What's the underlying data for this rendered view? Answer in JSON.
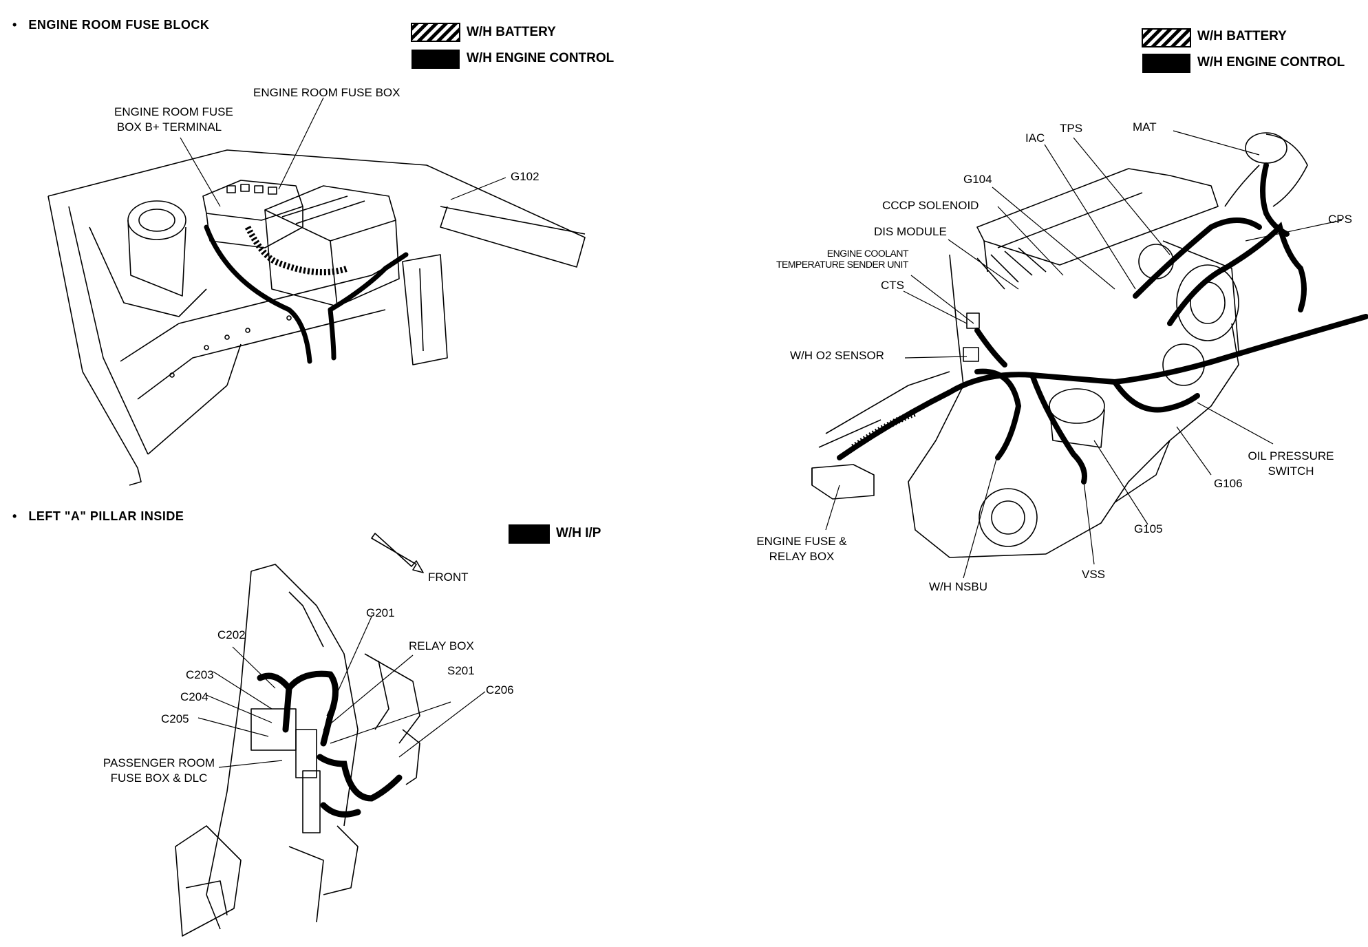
{
  "sections": {
    "engine_room": {
      "bullet": "•",
      "title": "ENGINE ROOM FUSE BLOCK"
    },
    "pillar": {
      "bullet": "•",
      "title": "LEFT \"A\" PILLAR INSIDE"
    }
  },
  "legends": {
    "top_left": {
      "battery": "W/H BATTERY",
      "engine_control": "W/H ENGINE CONTROL"
    },
    "top_right": {
      "battery": "W/H BATTERY",
      "engine_control": "W/H ENGINE CONTROL"
    },
    "pillar": {
      "ip": "W/H I/P"
    }
  },
  "fuse_block_labels": {
    "fuse_box": "ENGINE ROOM FUSE BOX",
    "b_plus_line1": "ENGINE ROOM FUSE",
    "b_plus_line2": "BOX B+ TERMINAL",
    "g102": "G102"
  },
  "pillar_labels": {
    "front": "FRONT",
    "g201": "G201",
    "relay_box": "RELAY BOX",
    "s201": "S201",
    "c206": "C206",
    "c202": "C202",
    "c203": "C203",
    "c204": "C204",
    "c205": "C205",
    "pass_fuse_line1": "PASSENGER ROOM",
    "pass_fuse_line2": "FUSE BOX & DLC"
  },
  "engine_labels": {
    "iac": "IAC",
    "tps": "TPS",
    "mat": "MAT",
    "g104": "G104",
    "cccp": "CCCP SOLENOID",
    "dis": "DIS MODULE",
    "ect_line1": "ENGINE COOLANT",
    "ect_line2": "TEMPERATURE SENDER UNIT",
    "cts": "CTS",
    "cps": "CPS",
    "o2": "W/H O2 SENSOR",
    "oil_line1": "OIL PRESSURE",
    "oil_line2": "SWITCH",
    "g106": "G106",
    "g105": "G105",
    "efrb_line1": "ENGINE FUSE &",
    "efrb_line2": "RELAY BOX",
    "nsbu": "W/H NSBU",
    "vss": "VSS"
  },
  "colors": {
    "ink": "#000000",
    "paper": "#ffffff"
  }
}
